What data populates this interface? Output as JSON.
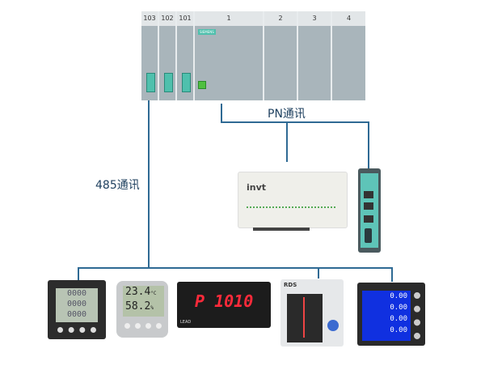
{
  "plc": {
    "slots": [
      "103",
      "102",
      "101",
      "1",
      "2",
      "3",
      "4"
    ],
    "brand": "SIEMENS"
  },
  "labels": {
    "pn": "PN通讯",
    "rs485": "485通讯"
  },
  "devices": {
    "power_meter": {
      "display": "0000"
    },
    "temp_humidity": {
      "temp": "23.4",
      "temp_unit": "°C",
      "humidity": "58.2",
      "humidity_unit": "%"
    },
    "digital_display": {
      "value": "P 1010",
      "brand": "LEAD"
    },
    "switch_panel": {
      "brand": "RDS"
    },
    "multifunction_meter": {
      "values": [
        "0.00",
        "0.00",
        "0.00",
        "0.00"
      ]
    },
    "io_module": {
      "brand": "invt"
    }
  },
  "colors": {
    "line": "#2f6a94"
  }
}
